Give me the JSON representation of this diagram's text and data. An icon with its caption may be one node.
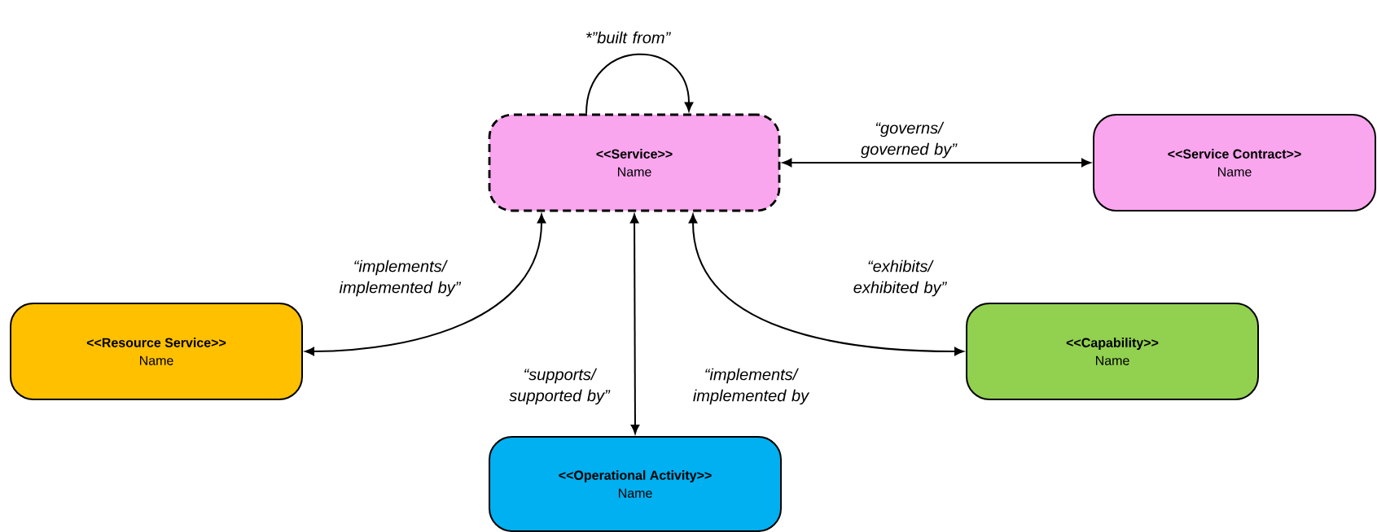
{
  "diagram": {
    "nodes": [
      {
        "text": [
          "<<Service>>",
          "Name"
        ]
      },
      {
        "text": [
          "<<Resource Service>>",
          "Name"
        ]
      },
      {
        "text": [
          "<<Operational Activity>>",
          "Name"
        ]
      },
      {
        "text": [
          "<<Capability>>",
          "Name"
        ]
      },
      {
        "text": [
          "<<Service Contract>>",
          "Name"
        ]
      }
    ],
    "edges": [
      {
        "from": 0,
        "to": 0,
        "arrow": "to",
        "label": "*”built from”"
      },
      {
        "from": 0,
        "to": 4,
        "arrow": "both",
        "label": "“governs/ governed by”"
      },
      {
        "from": 0,
        "to": 1,
        "arrow": "both",
        "label": "“implements/ implemented by”"
      },
      {
        "from": 0,
        "to": 2,
        "arrow": "both",
        "label": "“supports/ supported by”"
      },
      {
        "from": 0,
        "to": 3,
        "arrow": "both",
        "label": "“exhibits/ exhibited by”"
      }
    ],
    "labels": [
      "“implements/ implemented by"
    ]
  }
}
